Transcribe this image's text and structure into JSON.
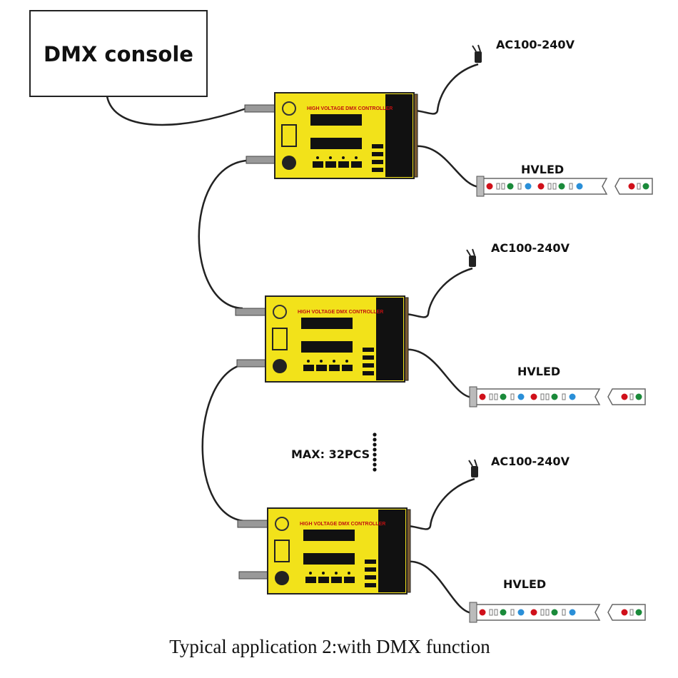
{
  "console": {
    "label": "DMX console"
  },
  "controllers": [
    {
      "power_label": "AC100-240V",
      "led_label": "HVLED"
    },
    {
      "power_label": "AC100-240V",
      "led_label": "HVLED"
    },
    {
      "power_label": "AC100-240V",
      "led_label": "HVLED"
    }
  ],
  "controller_brand": "HIGH VOLTAGE DMX CONTROLLER",
  "max_label": "MAX: 32PCS",
  "caption": "Typical application 2:with DMX function",
  "colors": {
    "controller": "#f2e21a",
    "led_red": "#d0101a",
    "led_green": "#1a8a3a",
    "led_blue": "#2a8fd8",
    "cable": "#222222"
  }
}
